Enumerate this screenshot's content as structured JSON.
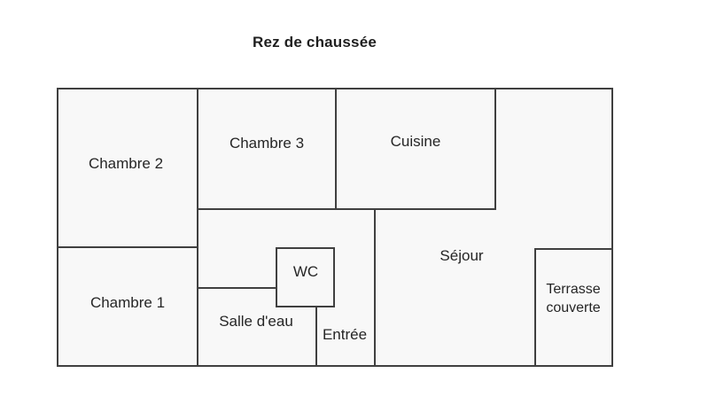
{
  "title": "Rez de chaussée",
  "rooms": {
    "chambre2": {
      "label": "Chambre 2"
    },
    "chambre3": {
      "label": "Chambre 3"
    },
    "cuisine": {
      "label": "Cuisine"
    },
    "chambre1": {
      "label": "Chambre 1"
    },
    "salle_deau": {
      "label": "Salle d'eau"
    },
    "wc": {
      "label": "WC"
    },
    "entree": {
      "label": "Entrée"
    },
    "sejour": {
      "label": "Séjour"
    },
    "terrasse": {
      "label": "Terrasse couverte"
    }
  },
  "colors": {
    "wall": "#404040",
    "room_fill": "#f8f8f8",
    "background": "#ffffff",
    "text": "#262626"
  }
}
